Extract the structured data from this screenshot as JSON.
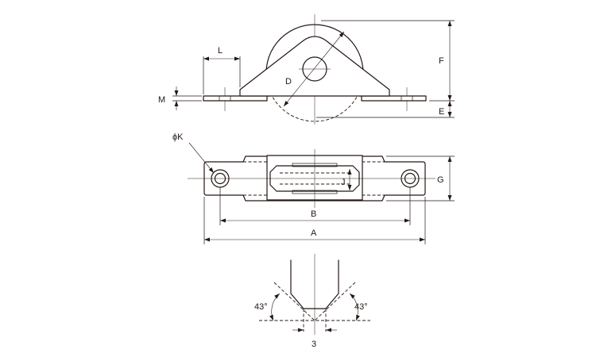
{
  "labels": {
    "L": "L",
    "M": "M",
    "D": "D",
    "F": "F",
    "E": "E",
    "phiK": "ϕK",
    "J": "J",
    "G": "G",
    "B": "B",
    "A": "A",
    "angle_left": "43°",
    "angle_right": "43°",
    "groove_width": "3"
  }
}
